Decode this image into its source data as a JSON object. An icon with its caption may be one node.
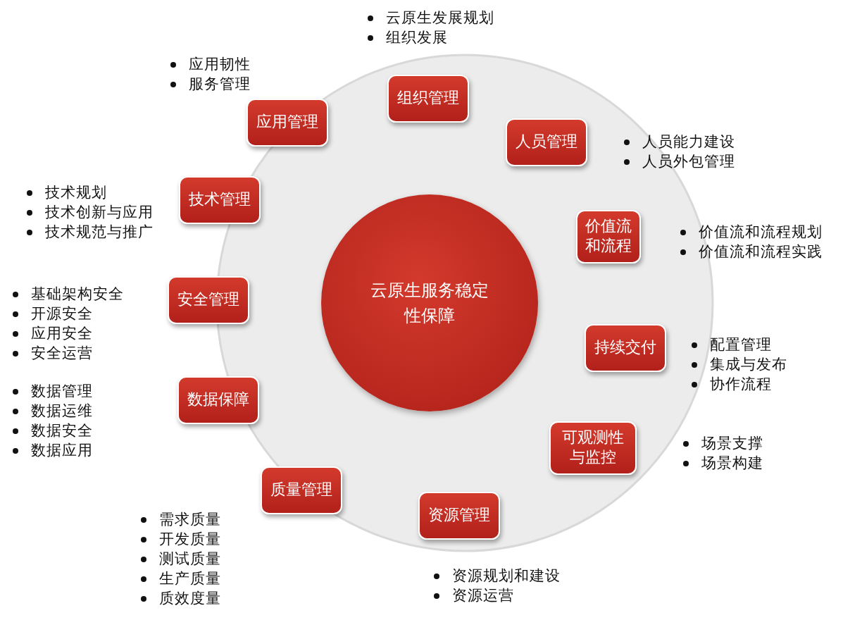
{
  "diagram": {
    "nodes": [
      {
        "text": [
          "云原生服务稳定性保障"
        ]
      },
      {
        "text": [
          "组织管理"
        ],
        "beside": [
          "云原生发展规划",
          "组织发展"
        ]
      },
      {
        "text": [
          "人员管理"
        ],
        "beside": [
          "人员能力建设",
          "人员外包管理"
        ]
      },
      {
        "text": [
          "价值流和流程"
        ],
        "beside": [
          "价值流和流程规划",
          "价值流和流程实践"
        ]
      },
      {
        "text": [
          "持续交付"
        ],
        "beside": [
          "配置管理",
          "集成与发布",
          "协作流程"
        ]
      },
      {
        "text": [
          "可观测性与监控"
        ],
        "beside": [
          "场景支撑",
          "场景构建"
        ]
      },
      {
        "text": [
          "资源管理"
        ],
        "beside": [
          "资源规划和建设",
          "资源运营"
        ]
      },
      {
        "text": [
          "质量管理"
        ],
        "beside": [
          "需求质量",
          "开发质量",
          "测试质量",
          "生产质量",
          "质效度量"
        ]
      },
      {
        "text": [
          "数据保障"
        ],
        "beside": [
          "数据管理",
          "数据运维",
          "数据安全",
          "数据应用"
        ]
      },
      {
        "text": [
          "安全管理"
        ],
        "beside": [
          "基础架构安全",
          "开源安全",
          "应用安全",
          "安全运营"
        ]
      },
      {
        "text": [
          "技术管理"
        ],
        "beside": [
          "技术规划",
          "技术创新与应用",
          "技术规范与推广"
        ]
      },
      {
        "text": [
          "应用管理"
        ],
        "beside": [
          "应用韧性",
          "服务管理"
        ]
      }
    ]
  }
}
